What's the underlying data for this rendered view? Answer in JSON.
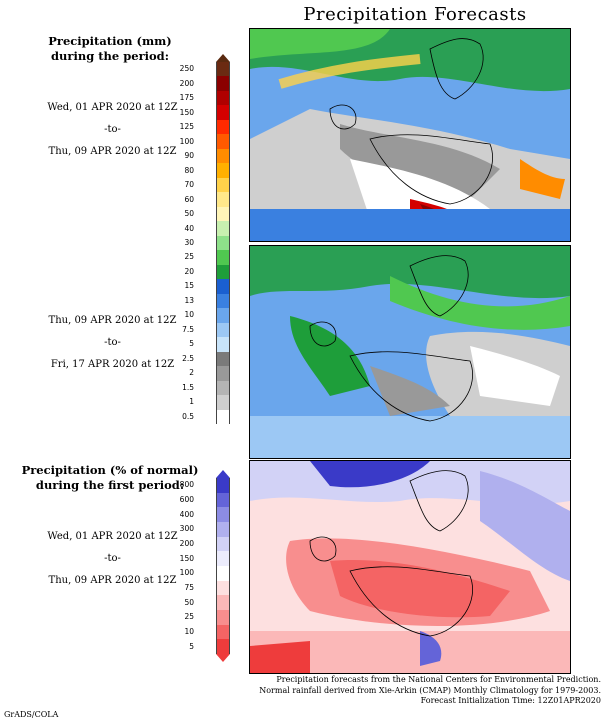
{
  "title": "Precipitation Forecasts",
  "precip_heading_line1": "Precipitation (mm)",
  "precip_heading_line2": "during the period:",
  "period1": {
    "start": "Wed, 01 APR 2020 at 12Z",
    "sep": "-to-",
    "end": "Thu, 09 APR 2020 at 12Z"
  },
  "period2": {
    "start": "Thu, 09 APR 2020 at 12Z",
    "sep": "-to-",
    "end": "Fri, 17 APR 2020 at 12Z"
  },
  "pct_heading_line1": "Precipitation (% of normal)",
  "pct_heading_line2": "during the first period:",
  "period3": {
    "start": "Wed, 01 APR 2020 at 12Z",
    "sep": "-to-",
    "end": "Thu, 09 APR 2020 at 12Z"
  },
  "precip_scale": {
    "labels": [
      "250",
      "200",
      "175",
      "150",
      "125",
      "100",
      "90",
      "80",
      "70",
      "60",
      "50",
      "40",
      "30",
      "25",
      "20",
      "15",
      "13",
      "10",
      "7.5",
      "5",
      "2.5",
      "2",
      "1.5",
      "1",
      "0.5"
    ],
    "colors": [
      "#6b2a12",
      "#8b0000",
      "#b00000",
      "#d40000",
      "#ff2a00",
      "#ff5a00",
      "#ff8c00",
      "#ffb000",
      "#ffd24a",
      "#ffe88a",
      "#fff5b8",
      "#c8f0b0",
      "#8ee08a",
      "#50c850",
      "#1e9e3a",
      "#1a5fd0",
      "#3a80e0",
      "#6aa6ec",
      "#9cc8f4",
      "#c8e4fa",
      "#7a7a7a",
      "#999999",
      "#b4b4b4",
      "#cfcfcf",
      "#ffffff"
    ]
  },
  "pct_scale": {
    "labels": [
      "800",
      "600",
      "400",
      "300",
      "200",
      "150",
      "100",
      "75",
      "50",
      "25",
      "10",
      "5"
    ],
    "colors": [
      "#3a3ac8",
      "#6464d8",
      "#8c8ce4",
      "#b0b0ee",
      "#d2d2f6",
      "#ececfc",
      "#ffffff",
      "#fde0e0",
      "#fbb8b8",
      "#f88e8e",
      "#f46464",
      "#ee3c3c"
    ]
  },
  "footer": {
    "line1": "Precipitation forecasts from the National Centers for Environmental Prediction.",
    "line2": "Normal rainfall derived from Xie-Arkin (CMAP) Monthly Climatology for 1979-2003.",
    "line3": "Forecast Initialization Time: 12Z01APR2020"
  },
  "credit": "GrADS/COLA"
}
